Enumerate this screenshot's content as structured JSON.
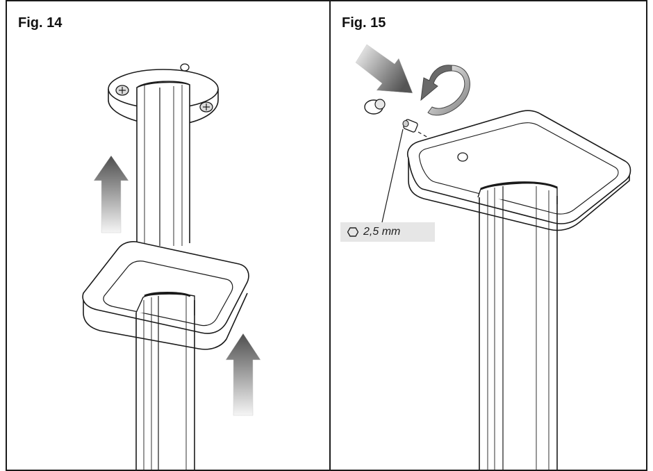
{
  "figures": [
    {
      "title": "Fig. 14"
    },
    {
      "title": "Fig. 15",
      "tool_size": "2,5 mm",
      "tool_icon": "hex-key-icon"
    }
  ],
  "colors": {
    "outline": "#1a1a1a",
    "arrow_dark": "#555555",
    "arrow_light": "#f2f2f2",
    "label_bg": "#e6e6e6"
  }
}
